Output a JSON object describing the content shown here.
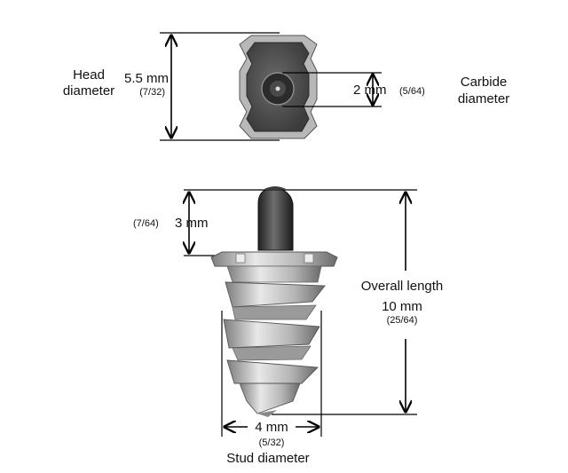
{
  "head": {
    "label_line1": "Head",
    "label_line2": "diameter",
    "value": "5.5 mm",
    "value_frac": "(7/32)"
  },
  "carbide": {
    "label_line1": "Carbide",
    "label_line2": "diameter",
    "value": "2 mm",
    "value_frac": "(5/64)"
  },
  "tip": {
    "value": "3 mm",
    "value_frac": "(7/64)"
  },
  "overall": {
    "label": "Overall length",
    "value": "10 mm",
    "value_frac": "(25/64)"
  },
  "stud": {
    "value": "4 mm",
    "value_frac": "(5/32)",
    "label": "Stud diameter"
  },
  "colors": {
    "metal_light": "#e6e6e6",
    "metal_mid": "#a9a9a9",
    "metal_dark": "#4a4a4a",
    "carbide": "#3a3a3a",
    "line": "#000000"
  }
}
